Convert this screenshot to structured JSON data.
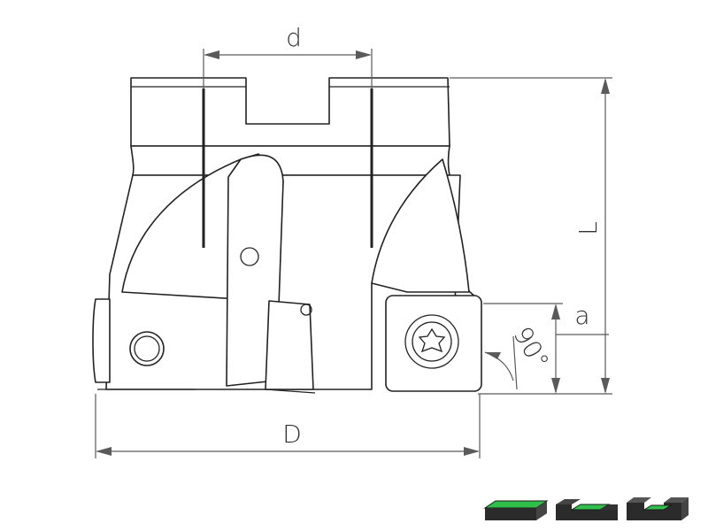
{
  "labels": {
    "d": "d",
    "L": "L",
    "a": "a",
    "D": "D",
    "angle": "90°"
  },
  "colors": {
    "line": "#222222",
    "dimension": "#5a5a5a",
    "insert_green": "#2fbf4a",
    "insert_dark": "#2b2b2b"
  }
}
